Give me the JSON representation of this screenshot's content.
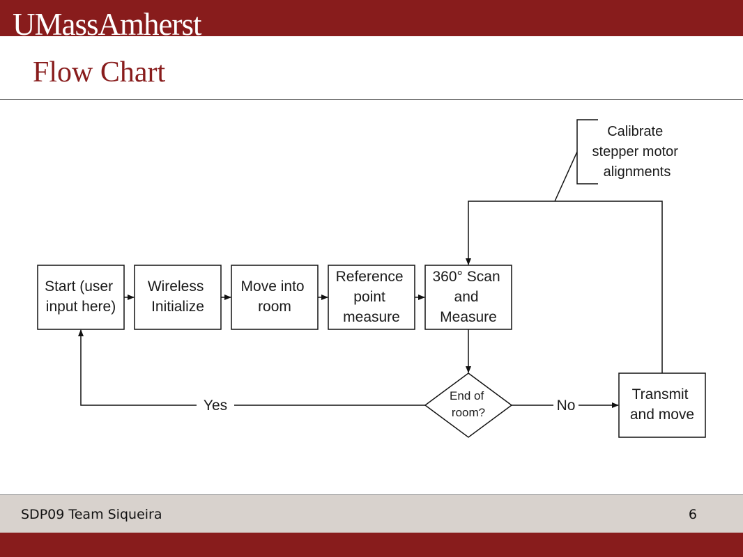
{
  "header": {
    "logo_text": "UMassAmherst",
    "brand_color": "#881c1c"
  },
  "slide": {
    "title": "Flow Chart"
  },
  "diagram": {
    "nodes": {
      "start": [
        "Start (user",
        "input here)"
      ],
      "wireless": [
        "Wireless",
        "Initialize"
      ],
      "move": [
        "Move into",
        "room"
      ],
      "reference": [
        "Reference",
        "point",
        "measure"
      ],
      "scan": [
        "360° Scan",
        "and",
        "Measure"
      ],
      "decision": [
        "End of",
        "room?"
      ],
      "transmit": [
        "Transmit",
        "and move"
      ]
    },
    "annotation": [
      "Calibrate",
      "stepper motor",
      "alignments"
    ],
    "edge_labels": {
      "yes": "Yes",
      "no": "No"
    }
  },
  "footer": {
    "team": "SDP09 Team Siqueira",
    "page_number": "6"
  }
}
